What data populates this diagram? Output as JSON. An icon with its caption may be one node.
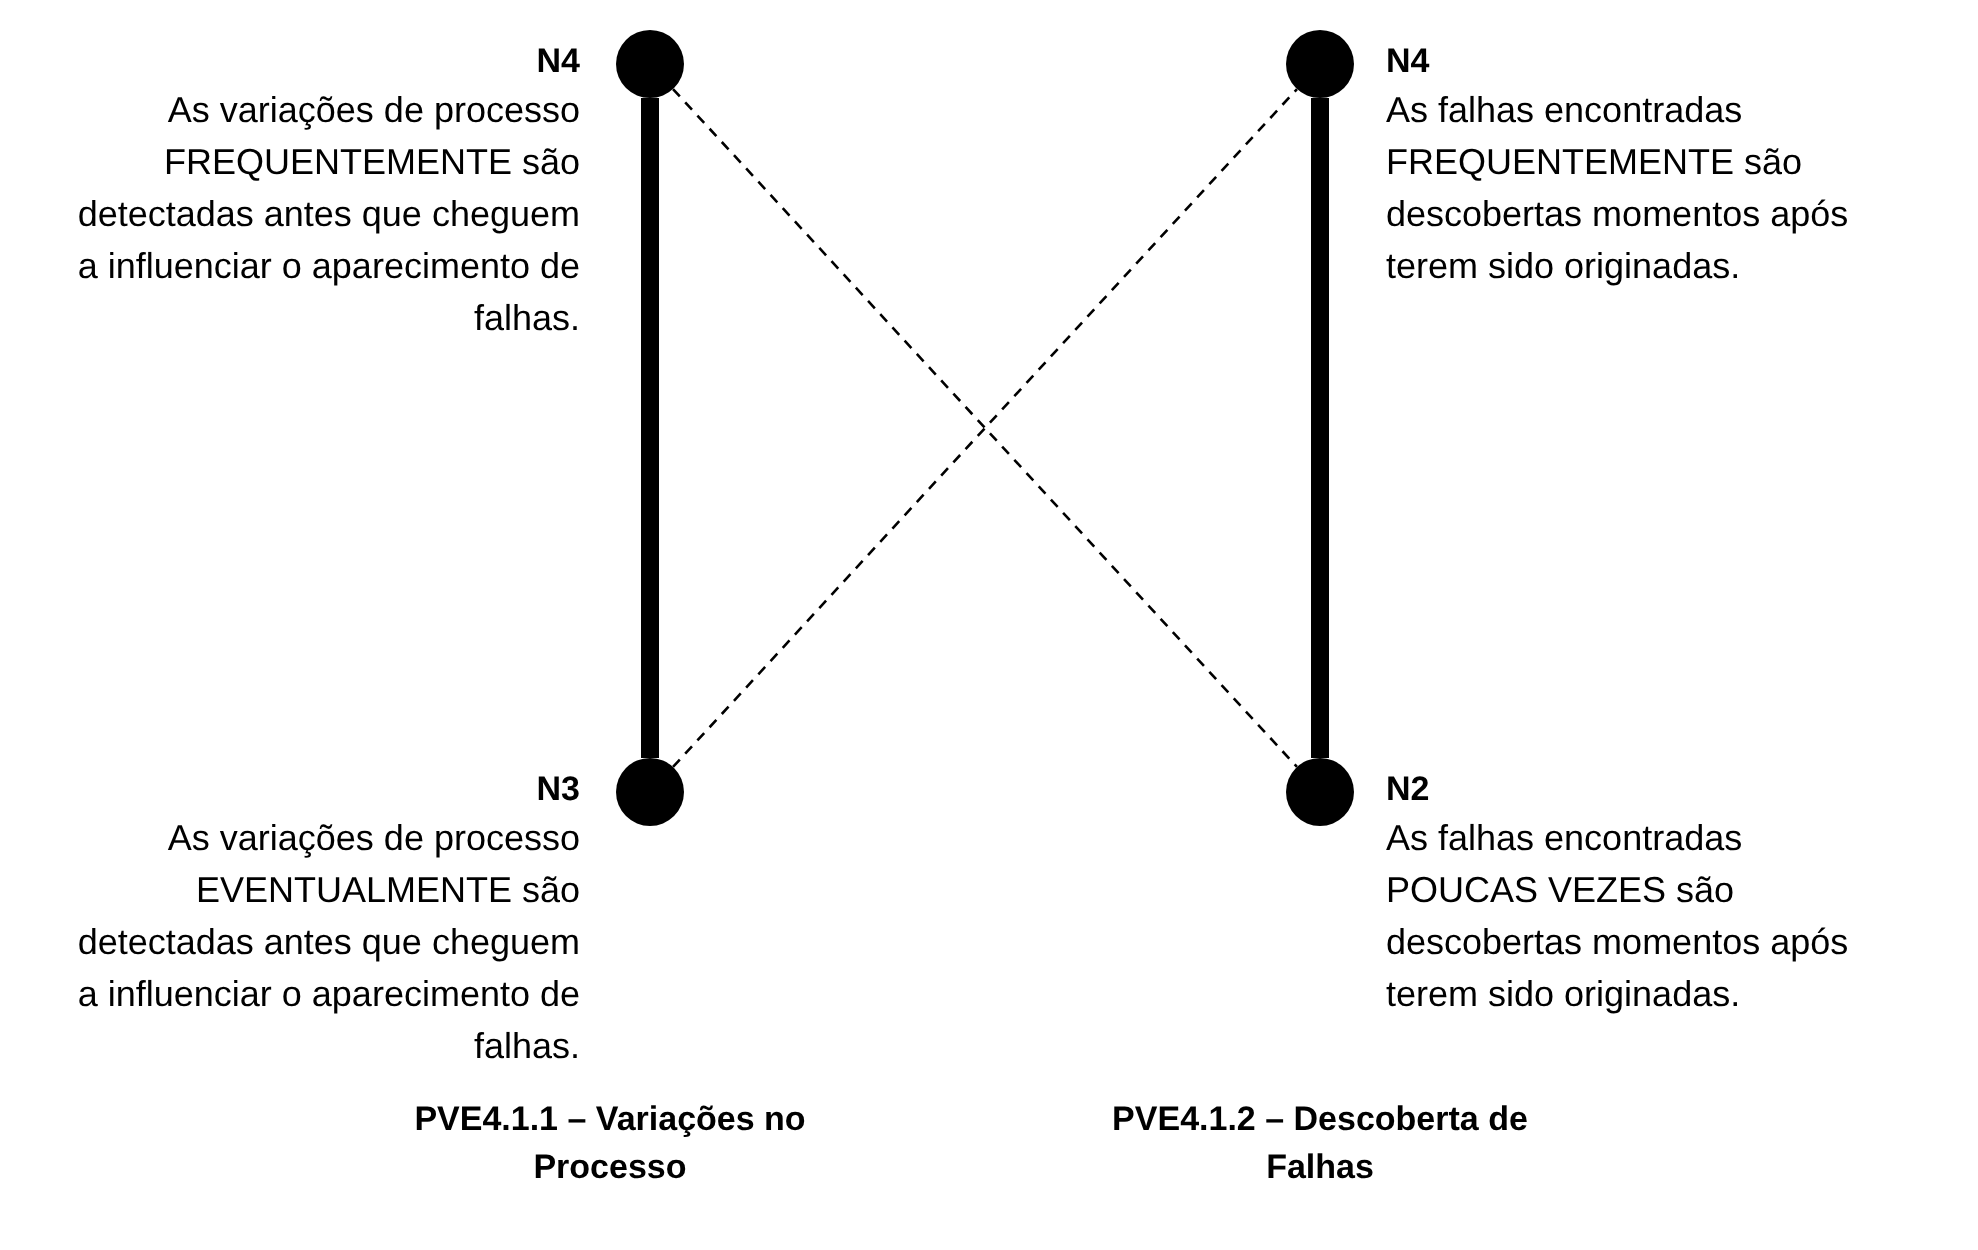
{
  "diagram": {
    "nodes": [
      {
        "text": [],
        "shape": "circle",
        "beside": [
          "N4",
          "As variações de processo FREQUENTEMENTE são detectadas antes que cheguem a influenciar o aparecimento de falhas."
        ]
      },
      {
        "text": [],
        "shape": "circle",
        "beside": [
          "N3",
          "As variações de processo EVENTUALMENTE são detectadas antes que cheguem a influenciar o aparecimento de falhas."
        ]
      },
      {
        "text": [],
        "shape": "circle",
        "beside": [
          "N4",
          "As falhas encontradas FREQUENTEMENTE são descobertas momentos após terem sido originadas."
        ]
      },
      {
        "text": [],
        "shape": "circle",
        "beside": [
          "N2",
          "As falhas encontradas POUCAS VEZES são descobertas momentos após terem sido originadas."
        ]
      }
    ],
    "edges": [
      {
        "from": 0,
        "to": 1,
        "arrow": "none",
        "style": "thick"
      },
      {
        "from": 2,
        "to": 3,
        "arrow": "none",
        "style": "thick"
      },
      {
        "from": 0,
        "to": 3,
        "arrow": "none",
        "style": "dashed"
      },
      {
        "from": 1,
        "to": 2,
        "arrow": "none",
        "style": "dashed"
      }
    ],
    "labels": [
      "PVE4.1.1 – Variações no Processo",
      "PVE4.1.2 – Descoberta de Falhas"
    ]
  }
}
